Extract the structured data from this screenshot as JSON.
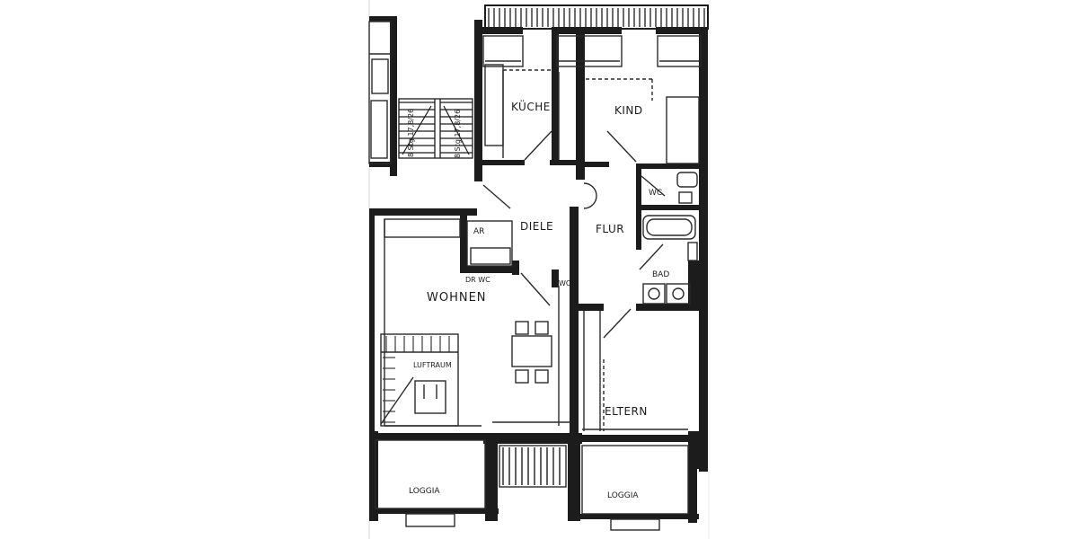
{
  "floor_plan": {
    "rooms": {
      "kueche": "KÜCHE",
      "kind": "KIND",
      "wc": "WC",
      "ar": "AR",
      "diele": "DIELE",
      "flur": "FLUR",
      "bad": "BAD",
      "wohnen": "WOHNEN",
      "eltern": "ELTERN",
      "luftraum": "LUFTRAUM",
      "loggia_left": "LOGGIA",
      "loggia_right": "LOGGIA"
    },
    "annotations": {
      "stair_left": "8 Stg 17,8/26",
      "stair_right": "8 Stg 17,8/26",
      "dr_wc": "DR WC",
      "wc_small": "WC"
    },
    "colors": {
      "wall": "#1c1c1c",
      "line": "#2a2a2a",
      "paper": "#ffffff"
    }
  }
}
